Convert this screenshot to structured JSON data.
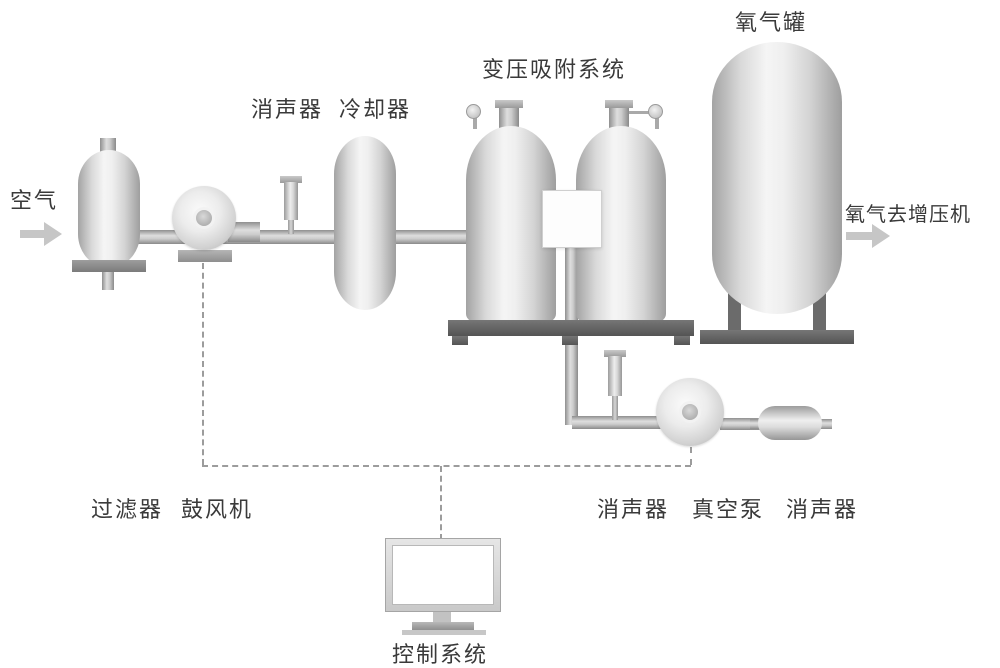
{
  "diagram": {
    "labels": {
      "air": "空气",
      "muffler_top": "消声器",
      "cooler": "冷却器",
      "psa_system": "变压吸附系统",
      "oxygen_tank": "氧气罐",
      "oxygen_out": "氧气去增压机",
      "filter": "过滤器",
      "blower": "鼓风机",
      "muffler_bottom_1": "消声器",
      "vacuum_pump": "真空泵",
      "muffler_bottom_2": "消声器",
      "control_system": "控制系统"
    },
    "colors": {
      "background": "#ffffff",
      "equipment_light": "#f5f5f5",
      "equipment_dark": "#a3a3a3",
      "stand": "#5a5a5a",
      "dashed_line": "#9c9c9c",
      "arrow": "#c6c6c6",
      "text": "#3a3a3a"
    }
  }
}
